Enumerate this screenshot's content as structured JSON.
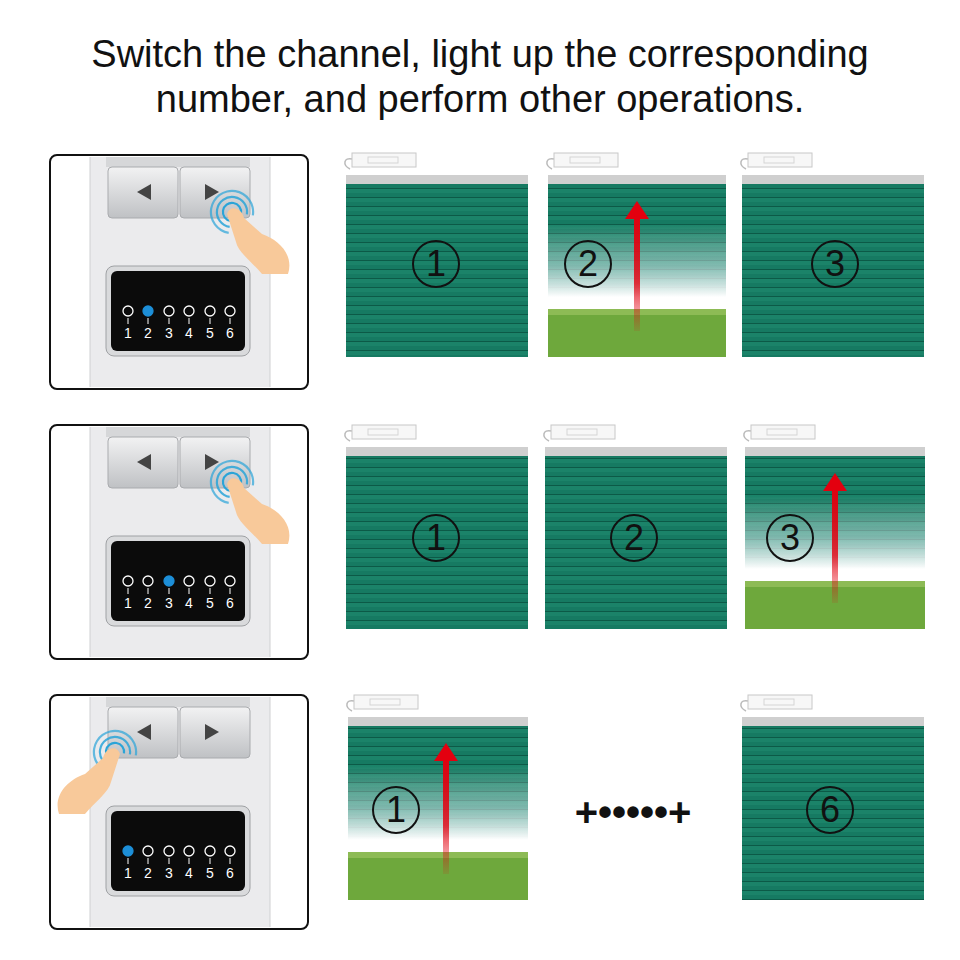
{
  "diagram": {
    "title": "Switch the channel, light up the corresponding number, and perform other operations.",
    "nodes": [
      {
        "text": [
          "1"
        ]
      },
      {
        "text": [
          "2"
        ]
      },
      {
        "text": [
          "3"
        ]
      },
      {
        "text": [
          "1"
        ]
      },
      {
        "text": [
          "2"
        ]
      },
      {
        "text": [
          "3"
        ]
      },
      {
        "text": [
          "1"
        ]
      },
      {
        "text": [
          "6"
        ]
      }
    ],
    "labels": [
      "1",
      "2",
      "3",
      "4",
      "5",
      "6",
      "1",
      "2",
      "3",
      "4",
      "5",
      "6",
      "1",
      "2",
      "3",
      "4",
      "5",
      "6",
      "+•••••+"
    ]
  }
}
